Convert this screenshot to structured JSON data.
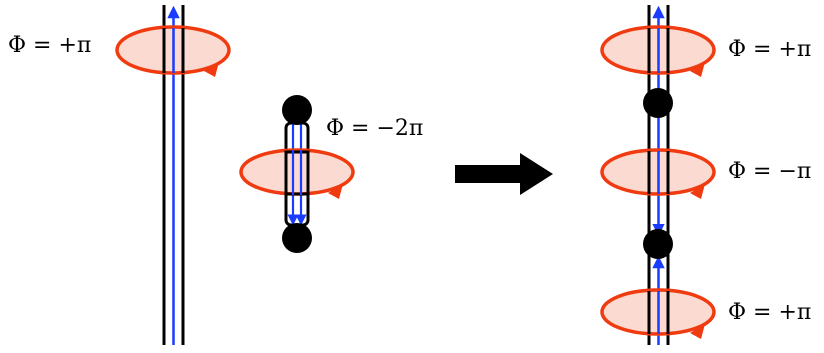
{
  "labels": {
    "left_flux": "Φ = +π",
    "middle_flux": "Φ = −2π",
    "right_top_flux": "Φ = +π",
    "right_middle_flux": "Φ = −π",
    "right_bottom_flux": "Φ = +π"
  },
  "colors": {
    "tube": "#000000",
    "flux_arrow": "#1a3cff",
    "loop_stroke": "#f03a10",
    "loop_fill": "#fbd6cc",
    "monopole": "#000000",
    "transition_arrow": "#000000"
  }
}
